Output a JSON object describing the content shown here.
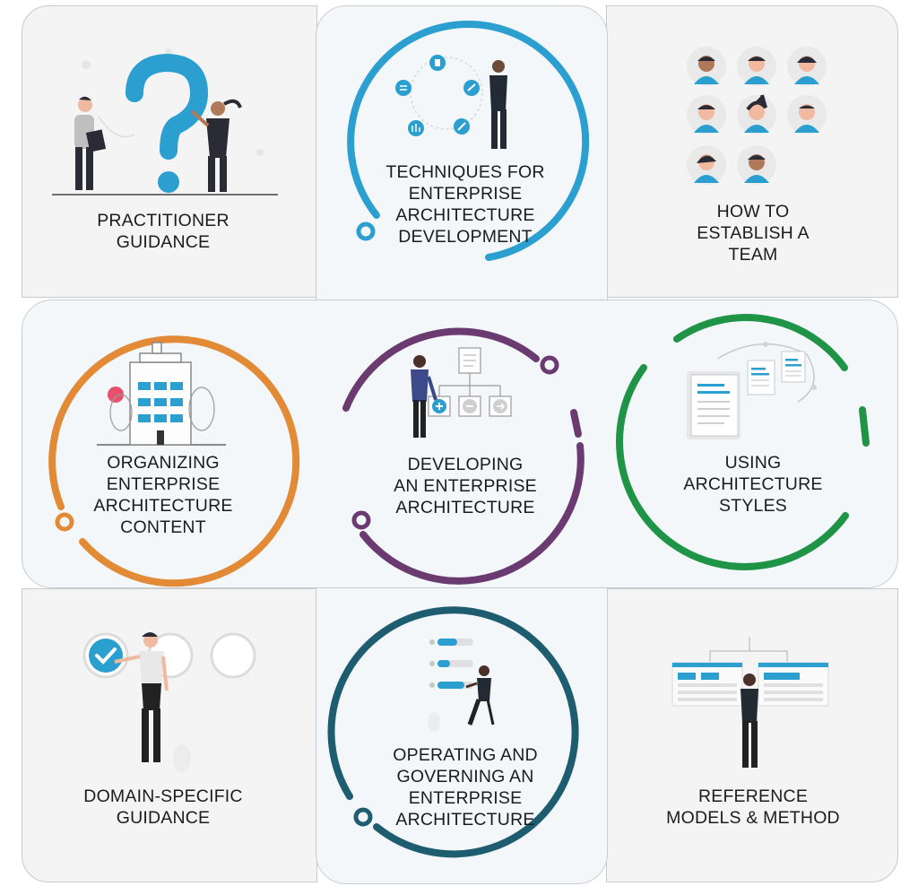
{
  "tiles": {
    "practitioner": {
      "lines": [
        "PRACTITIONER",
        "GUIDANCE"
      ]
    },
    "techniques": {
      "lines": [
        "TECHNIQUES FOR",
        "ENTERPRISE",
        "ARCHITECTURE",
        "DEVELOPMENT"
      ]
    },
    "team": {
      "lines": [
        "HOW TO",
        "ESTABLISH A",
        "TEAM"
      ]
    },
    "organizing": {
      "lines": [
        "ORGANIZING",
        "ENTERPRISE",
        "ARCHITECTURE",
        "CONTENT"
      ]
    },
    "developing": {
      "lines": [
        "DEVELOPING",
        "AN ENTERPRISE",
        "ARCHITECTURE"
      ]
    },
    "styles": {
      "lines": [
        "USING",
        "ARCHITECTURE",
        "STYLES"
      ]
    },
    "domain": {
      "lines": [
        "DOMAIN-SPECIFIC",
        "GUIDANCE"
      ]
    },
    "operating": {
      "lines": [
        "OPERATING AND",
        "GOVERNING AN",
        "ENTERPRISE",
        "ARCHITECTURE"
      ]
    },
    "reference": {
      "lines": [
        "REFERENCE",
        "MODELS & METHOD"
      ]
    }
  },
  "colors": {
    "techniques": "#2b9fd0",
    "organizing": "#e28a36",
    "developing": "#6a3a70",
    "styles": "#1f9346",
    "operating": "#1e5c70",
    "accent": "#2b9fd0"
  },
  "icons": {
    "practitioner": "question-people-icon",
    "techniques": "tools-cycle-icon",
    "team": "team-avatars-icon",
    "organizing": "building-icon",
    "developing": "flowchart-icon",
    "styles": "documents-icon",
    "domain": "checklist-icon",
    "operating": "progress-bars-icon",
    "reference": "reference-board-icon"
  }
}
